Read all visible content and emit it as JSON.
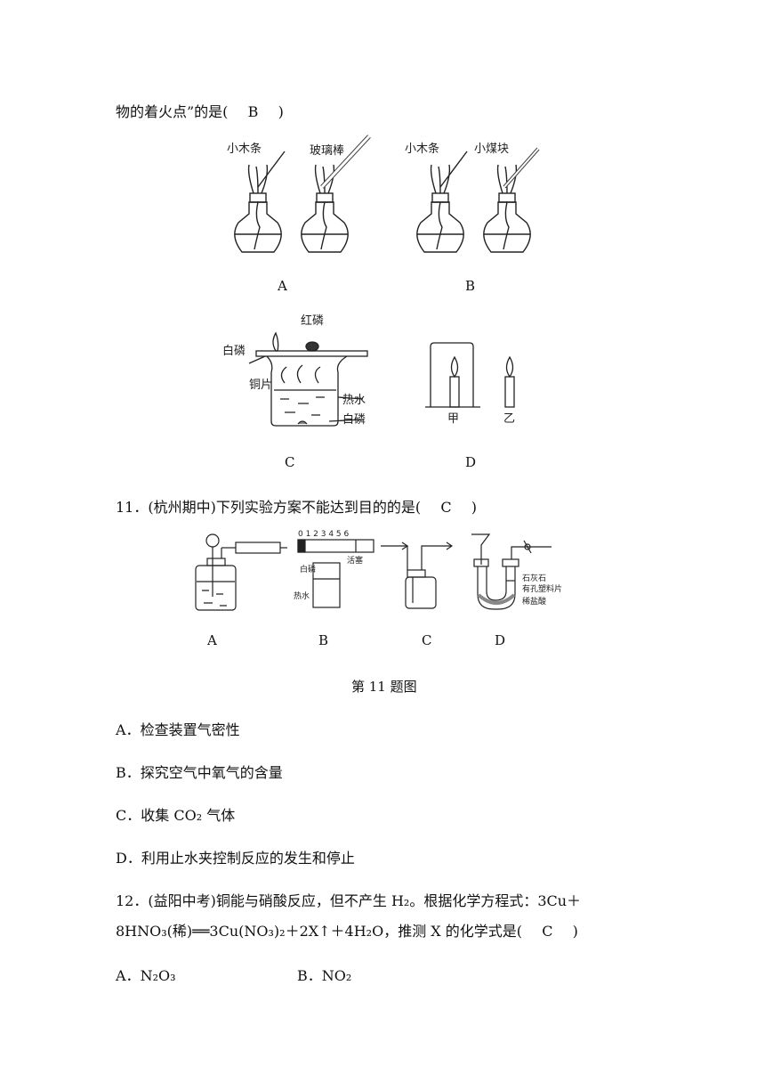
{
  "q10": {
    "tail": "物的着火点”的是(",
    "answer": "B",
    "close": ")"
  },
  "q10_figs": {
    "A": {
      "caption": "A",
      "label1": "小木条",
      "label2": "玻璃棒"
    },
    "B": {
      "caption": "B",
      "label1": "小木条",
      "label2": "小煤块"
    },
    "C": {
      "caption": "C",
      "red_p": "红磷",
      "white_p": "白磷",
      "copper": "铜片",
      "hot_water": "热水",
      "white_p2": "白磷"
    },
    "D": {
      "caption": "D",
      "jia": "甲",
      "yi": "乙"
    }
  },
  "q11": {
    "number": "11．",
    "source": "(杭州期中)",
    "stem": "下列实验方案不能达到目的的是(",
    "answer": "C",
    "close": ")",
    "figure_caption": "第 11 题图",
    "fig_labels": {
      "A": "A",
      "B": "B",
      "C": "C",
      "D": "D"
    },
    "figB": {
      "scale": "0 1 2 3 4 5 6",
      "white_p": "白磷",
      "piston": "活塞",
      "hot_water": "热水"
    },
    "figD": {
      "limestone": "石灰石",
      "plate": "有孔塑料片",
      "acid": "稀盐酸"
    },
    "options": [
      {
        "key": "A．",
        "text": "检查装置气密性"
      },
      {
        "key": "B．",
        "text": "探究空气中氧气的含量"
      },
      {
        "key": "C．",
        "text": "收集 CO₂ 气体"
      },
      {
        "key": "D．",
        "text": "利用止水夹控制反应的发生和停止"
      }
    ]
  },
  "q12": {
    "number": "12．",
    "source": "(益阳中考)",
    "line1": "铜能与硝酸反应，但不产生 H₂。根据化学方程式：3Cu＋",
    "line2": "8HNO₃(稀)══3Cu(NO₃)₂＋2X↑＋4H₂O，推测 X 的化学式是(",
    "answer": "C",
    "close": ")",
    "options": [
      {
        "key": "A．",
        "text": "N₂O₃"
      },
      {
        "key": "B．",
        "text": "NO₂"
      }
    ]
  }
}
